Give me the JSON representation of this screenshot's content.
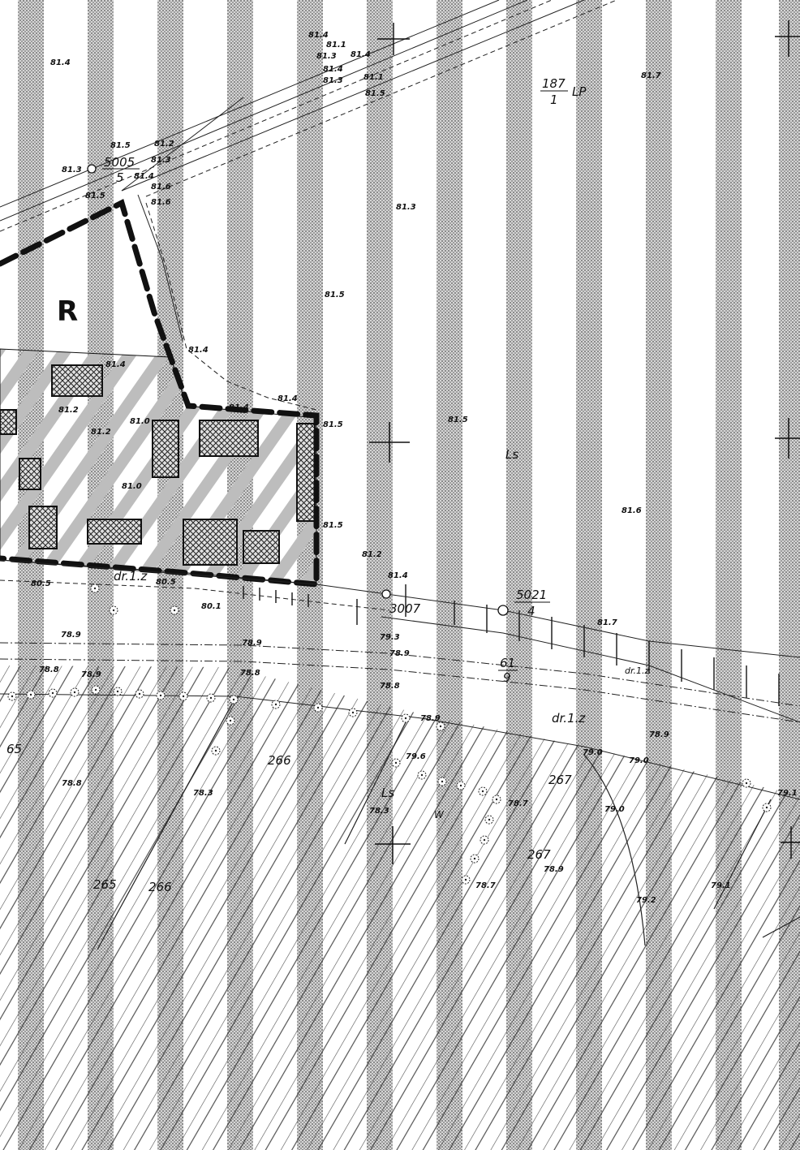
{
  "map": {
    "zone_label": "R",
    "parcels": [
      {
        "id": "p187",
        "number": "187",
        "sub": "1",
        "use": "LP"
      },
      {
        "id": "p5005",
        "number": "5005",
        "sub": "5"
      },
      {
        "id": "p5021",
        "number": "5021",
        "sub": "4"
      },
      {
        "id": "p3007",
        "number": "3007"
      },
      {
        "id": "p61",
        "number": "61",
        "sub": "9"
      },
      {
        "id": "p265",
        "number": "265"
      },
      {
        "id": "p266a",
        "number": "266"
      },
      {
        "id": "p266b",
        "number": "266"
      },
      {
        "id": "p267a",
        "number": "267"
      },
      {
        "id": "p267b",
        "number": "267"
      },
      {
        "id": "p65",
        "number": "65"
      }
    ],
    "land_use_labels": [
      "Ls",
      "Ls",
      "W"
    ],
    "road_labels": [
      "dr.1.z",
      "dr.1.z",
      "dr.1.z"
    ],
    "elevations": [
      "81.4",
      "81.4",
      "81.1",
      "81.3",
      "81.4",
      "81.4",
      "81.3",
      "81.1",
      "81.5",
      "81.7",
      "81.5",
      "81.3",
      "81.2",
      "81.3",
      "81.4",
      "81.6",
      "81.5",
      "81.6",
      "81.3",
      "81.5",
      "81.4",
      "81.4",
      "81.2",
      "81.2",
      "81.4",
      "81.0",
      "81.0",
      "81.4",
      "81.5",
      "81.5",
      "81.5",
      "81.6",
      "80.5",
      "80.1",
      "80.5",
      "81.2",
      "81.4",
      "81.7",
      "78.9",
      "78.9",
      "78.9",
      "78.8",
      "78.8",
      "78.9",
      "79.3",
      "78.8",
      "78.9",
      "78.8",
      "78.3",
      "78.9",
      "78.3",
      "79.6",
      "78.7",
      "78.7",
      "78.9",
      "79.0",
      "79.0",
      "79.0",
      "79.1",
      "79.2",
      "79.1"
    ]
  }
}
